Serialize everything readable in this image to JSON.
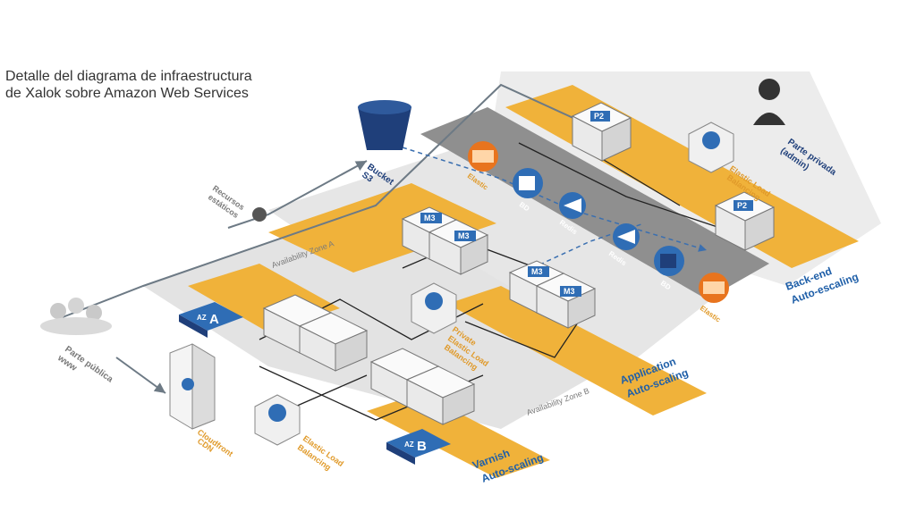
{
  "title": {
    "line1": "Detalle del diagrama de infraestructura",
    "line2": "de Xalok sobre Amazon Web Services"
  },
  "labels": {
    "bucket": [
      "Bucket",
      "S3"
    ],
    "recursos": [
      "Recursos",
      "estáticos"
    ],
    "parte_publica": [
      "Parte pública",
      "www"
    ],
    "parte_privada": [
      "Parte privada",
      "(admin)"
    ],
    "elb_top": [
      "Elastic Load",
      "Balancing"
    ],
    "elb_private": [
      "Private",
      "Elastic Load",
      "Balancing"
    ],
    "elb_bottom": [
      "Elastic Load",
      "Balancing"
    ],
    "cloudfront": [
      "Cloudfront",
      "CDN"
    ],
    "zone_a": "Availability Zone A",
    "zone_b": "Availability Zone B",
    "az": "AZ",
    "az_a": "A",
    "az_b": "B",
    "p2": "P2",
    "m3": "M3",
    "elastic": "Elastic",
    "bd": "BD",
    "redis": "Redis",
    "backend": [
      "Back-end",
      "Auto-escaling"
    ],
    "application": [
      "Application",
      "Auto-scaling"
    ],
    "varnish": [
      "Varnish",
      "Auto-scaling"
    ]
  },
  "colors": {
    "orange": "#f0b23a",
    "gray_band": "#8a8a8a",
    "light_plane": "#e8e8e8",
    "navy": "#1f3f7a",
    "blue": "#2f6db5"
  }
}
